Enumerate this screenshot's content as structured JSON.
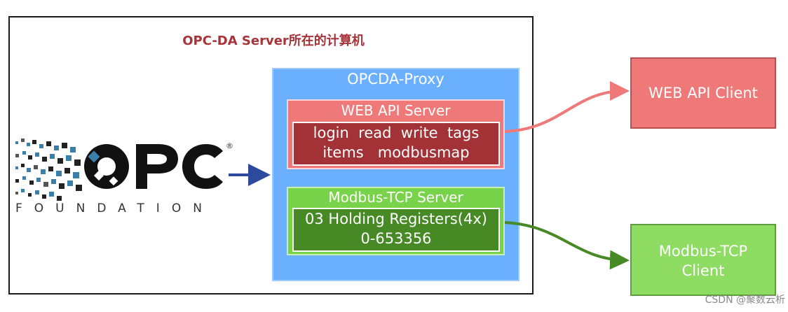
{
  "diagram": {
    "outer_title": "OPC-DA Server所在的计算机",
    "proxy_title": "OPCDA-Proxy",
    "web_api_server": {
      "title": "WEB API Server",
      "line1": "login  read  write  tags",
      "line2": "items   modbusmap"
    },
    "modbus_server": {
      "title": "Modbus-TCP Server",
      "line1": "03 Holding Registers(4x)",
      "line2": "0-653356"
    },
    "web_api_client": "WEB API Client",
    "modbus_client": {
      "line1": "Modbus-TCP",
      "line2": "Client"
    },
    "logo": {
      "wordmark": "OPC",
      "registered": "®",
      "subtitle": "FOUNDATION"
    },
    "watermark": "CSDN @聚数云析"
  },
  "colors": {
    "outer_title": "#a8343a",
    "proxy": "#6ab0ff",
    "web_server": "#ef7878",
    "web_inner": "#a33236",
    "modbus_server": "#78d24a",
    "modbus_inner": "#478a25",
    "web_arrow": "#ef7878",
    "modbus_arrow": "#478a25",
    "logo_arrow": "#2e4a9e",
    "logo_dark": "#111111",
    "logo_accent": "#3b7fa8"
  }
}
